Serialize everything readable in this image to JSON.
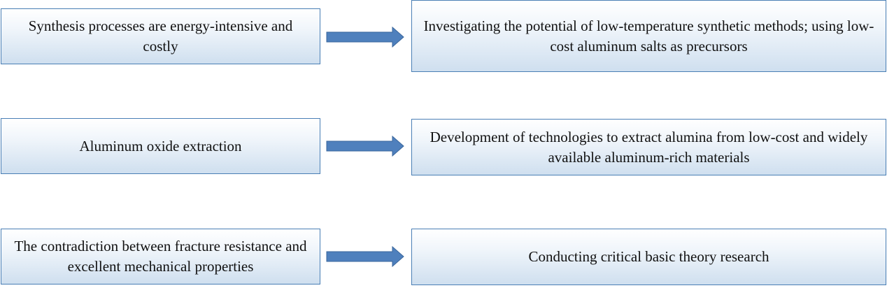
{
  "rows": [
    {
      "problem": "Synthesis processes are energy-intensive and costly",
      "solution": "Investigating the potential of low-temperature synthetic methods; using low-cost aluminum salts as precursors"
    },
    {
      "problem": "Aluminum oxide extraction",
      "solution": "Development of technologies to extract alumina from low-cost and widely available aluminum-rich materials"
    },
    {
      "problem": "The contradiction between fracture resistance and excellent mechanical properties",
      "solution": "Conducting critical basic theory research"
    }
  ],
  "colors": {
    "border": "#4a7fb5",
    "arrow_fill": "#4f80bd",
    "arrow_stroke": "#3a669c"
  }
}
